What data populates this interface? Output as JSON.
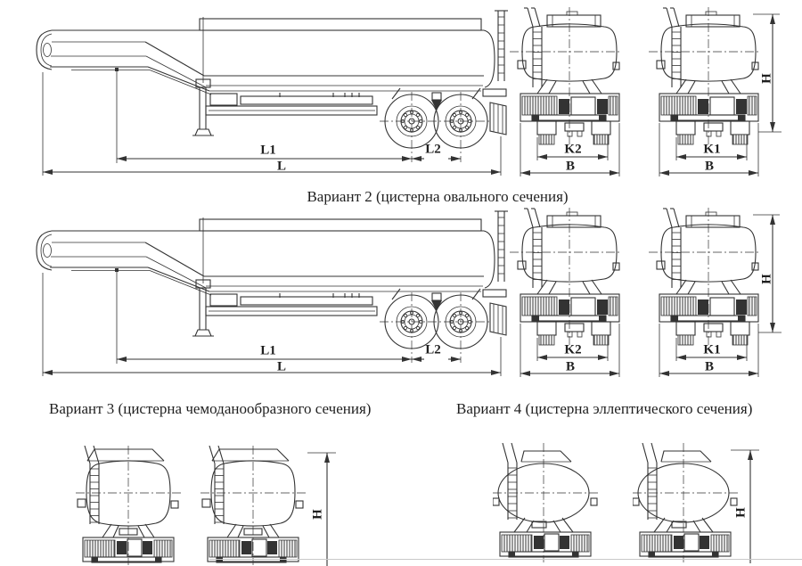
{
  "captions": {
    "variant2": "Вариант 2 (цистерна овального сечения)",
    "variant3": "Вариант 3 (цистерна чемоданообразного сечения)",
    "variant4": "Вариант 4 (цистерна эллептического сечения)"
  },
  "dim_labels": {
    "l1": "L1",
    "l2": "L2",
    "l": "L",
    "k2": "K2",
    "k1": "K1",
    "b": "B",
    "h": "H"
  },
  "colors": {
    "line": "#333333",
    "text": "#1f1f1f",
    "background": "#ffffff"
  }
}
